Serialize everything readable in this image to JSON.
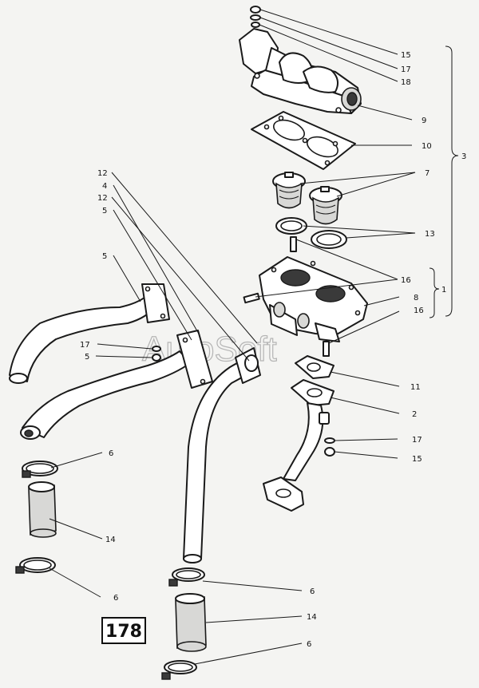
{
  "watermark": "AutoSoft",
  "page_number": "178",
  "callouts": {
    "c15a": "15",
    "c17a": "17",
    "c18": "18",
    "c9": "9",
    "c10": "10",
    "c3": "3",
    "c7": "7",
    "c13": "13",
    "c16a": "16",
    "c1": "1",
    "c8": "8",
    "c16b": "16",
    "c11": "11",
    "c2": "2",
    "c17b": "17",
    "c15b": "15",
    "c12a": "12",
    "c4": "4",
    "c12b": "12",
    "c5a": "5",
    "c5b": "5",
    "c17c": "17",
    "c5c": "5",
    "c6a": "6",
    "c14a": "14",
    "c6b": "6",
    "c6c": "6",
    "c14b": "14",
    "c6d": "6"
  }
}
